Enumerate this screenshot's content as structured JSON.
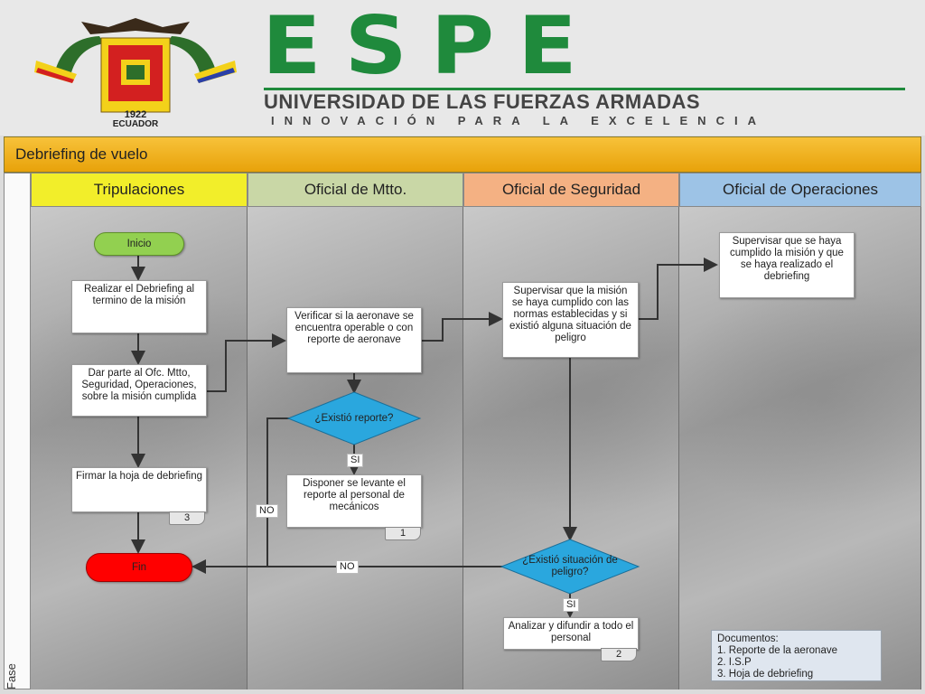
{
  "header": {
    "logo_text": "ESPE",
    "university": "UNIVERSIDAD DE LAS FUERZAS ARMADAS",
    "tagline": "INNOVACIÓN PARA LA EXCELENCIA",
    "crest_year": "1922",
    "crest_country": "ECUADOR"
  },
  "diagram": {
    "title": "Debriefing de vuelo",
    "phase_label": "Fase",
    "lanes": [
      {
        "label": "Tripulaciones",
        "color": "#f2ee2a"
      },
      {
        "label": "Oficial de Mtto.",
        "color": "#c9d7a6"
      },
      {
        "label": "Oficial de Seguridad",
        "color": "#f4b183"
      },
      {
        "label": "Oficial de Operaciones",
        "color": "#9dc3e6"
      }
    ],
    "nodes": {
      "inicio": "Inicio",
      "realizar": "Realizar el Debriefing al termino de la misión",
      "dar_parte": "Dar parte al Ofc. Mtto, Seguridad, Operaciones, sobre la misión cumplida",
      "firmar": "Firmar la hoja de debriefing",
      "firmar_doc": "3",
      "fin": "Fin",
      "verificar": "Verificar si la aeronave se encuentra operable o con reporte de aeronave",
      "existio_reporte": "¿Existió reporte?",
      "disponer": "Disponer se levante el reporte al personal de mecánicos",
      "disponer_doc": "1",
      "supervisar_seg": "Supervisar que la misión se haya cumplido con las normas establecidas y si existió alguna situación de peligro",
      "existio_peligro": "¿Existió situación de peligro?",
      "analizar": "Analizar y difundir a todo el personal",
      "analizar_doc": "2",
      "supervisar_ops": "Supervisar que se haya cumplido la misión y que se haya realizado el debriefing"
    },
    "edge_labels": {
      "si_reporte": "SI",
      "no_reporte": "NO",
      "si_peligro": "SI",
      "no_peligro": "NO"
    },
    "documents": {
      "title": "Documentos:",
      "items": [
        "1. Reporte de la aeronave",
        "2. I.S.P",
        "3. Hoja de debriefing"
      ]
    },
    "colors": {
      "start": "#92d050",
      "end": "#ff0000",
      "decision": "#2aa7de",
      "title_bar": "#f0b41c",
      "logo_green": "#1f8a3c"
    }
  }
}
